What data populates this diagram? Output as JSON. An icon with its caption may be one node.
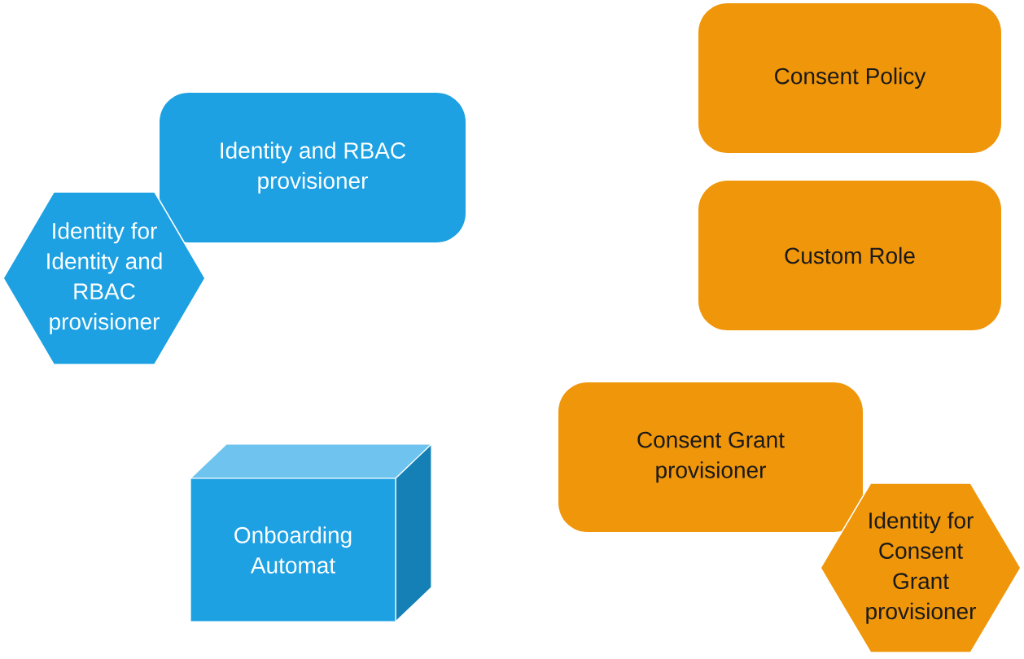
{
  "diagram": {
    "nodes": [
      {
        "text": [
          "Identity and RBAC provisioner"
        ]
      },
      {
        "text": [
          "Identity for Identity and RBAC provisioner"
        ]
      },
      {
        "text": [
          "Consent Policy"
        ]
      },
      {
        "text": [
          "Custom Role"
        ]
      },
      {
        "text": [
          "Onboarding Automat"
        ]
      },
      {
        "text": [
          "Consent Grant provisioner"
        ]
      },
      {
        "text": [
          "Identity for Consent Grant provisioner"
        ]
      }
    ]
  }
}
